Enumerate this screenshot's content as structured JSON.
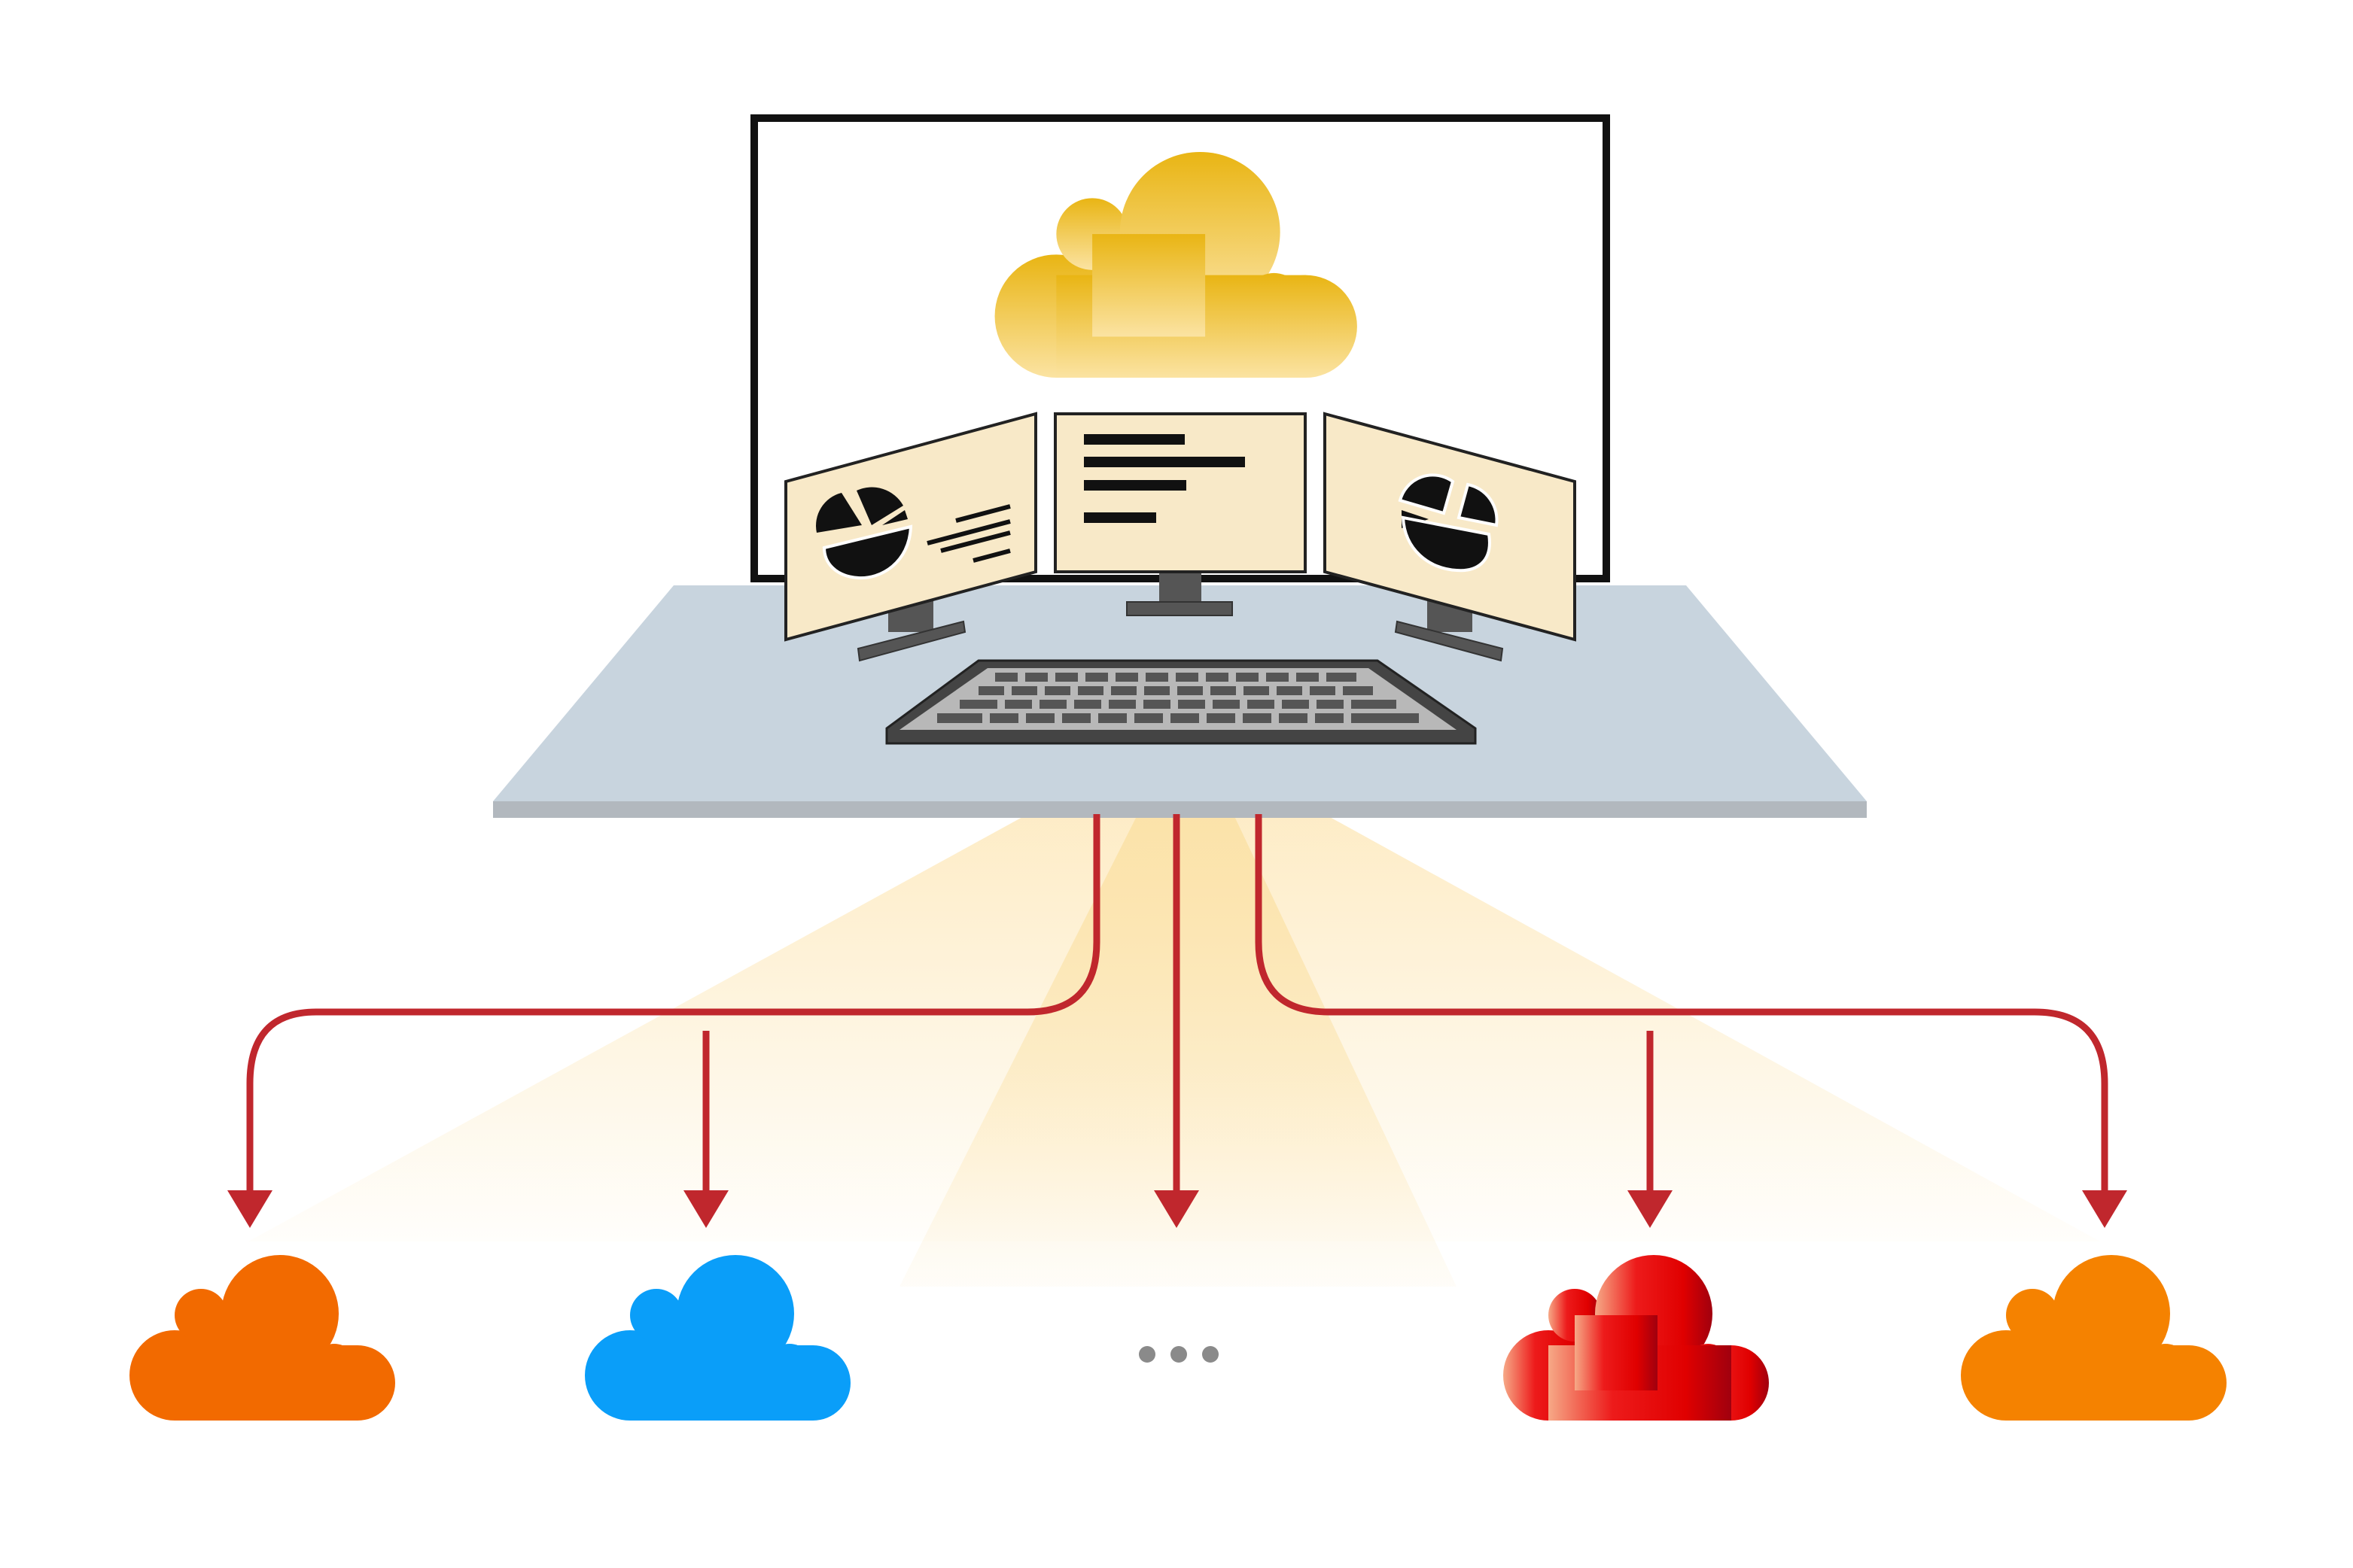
{
  "diagram": {
    "colors": {
      "background": "#ffffff",
      "arrow": "#c0272d",
      "desk_top": "#c8d4de",
      "desk_edge": "#b2b8be",
      "main_frame": "#111111",
      "central_cloud_top": "#e9b514",
      "central_cloud_bottom": "#fbe3a2",
      "screen_fill": "#f8e9c8",
      "stand": "#555555",
      "keyboard_body": "#444444",
      "keyboard_keys": "#b8b8b8",
      "beam": "#fbe2a8",
      "ellipsis_dot": "#8a8a8a"
    },
    "central_cloud": {
      "icon": "cloud-icon"
    },
    "workstation": {
      "monitors": [
        {
          "position": "left",
          "content": "pie-chart-icon"
        },
        {
          "position": "center",
          "content": "text-lines-icon"
        },
        {
          "position": "right",
          "content": "pie-chart-icon"
        }
      ],
      "keyboard": {
        "icon": "keyboard-icon"
      }
    },
    "target_clouds": [
      {
        "position": "far-left",
        "color": "#f26a00",
        "icon": "cloud-icon"
      },
      {
        "position": "left",
        "color": "#0a9ef9",
        "icon": "cloud-icon"
      },
      {
        "position": "right",
        "color": "#e60000",
        "gradient": [
          "#f6a987",
          "#ed1b1b",
          "#e00000",
          "#a0000e"
        ],
        "icon": "cloud-icon"
      },
      {
        "position": "far-right",
        "color": "#f58200",
        "icon": "cloud-icon"
      }
    ],
    "ellipsis": {
      "count": 3,
      "icon": "ellipsis-icon"
    }
  }
}
